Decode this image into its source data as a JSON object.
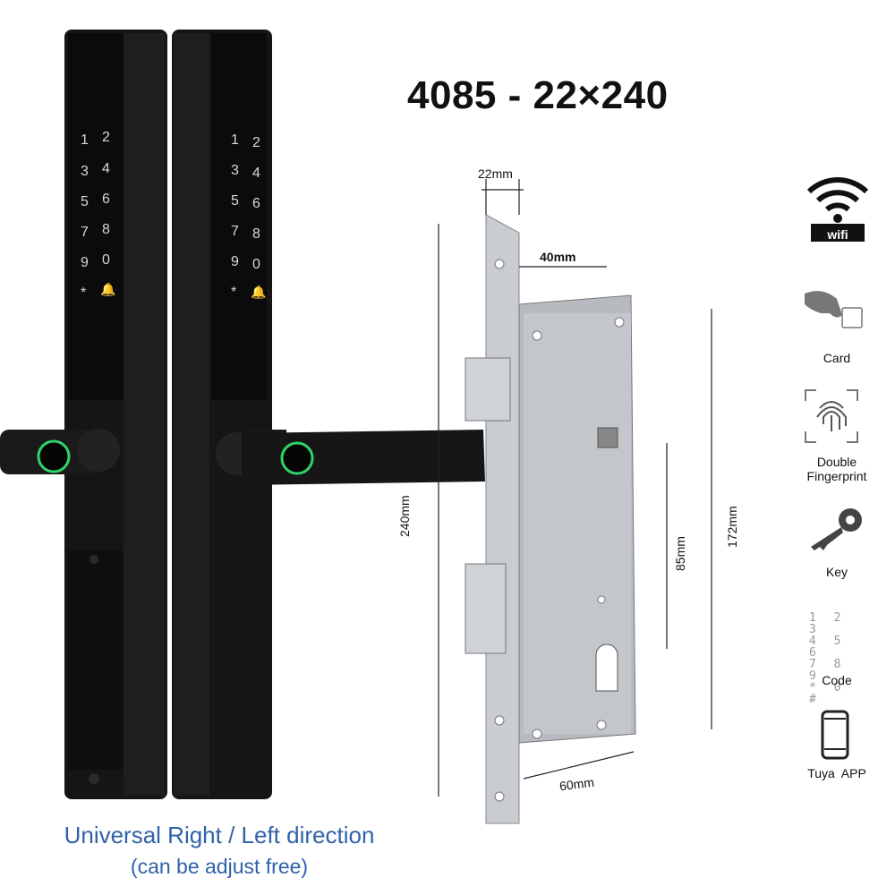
{
  "title": "4085 - 22×240",
  "caption": {
    "main": "Universal Right / Left direction",
    "sub": "(can be adjust free)"
  },
  "keypad": [
    "1",
    "2",
    "3",
    "4",
    "5",
    "6",
    "7",
    "8",
    "9",
    "0",
    "*",
    "bell-icon"
  ],
  "dimensions": {
    "faceplate_width": "22mm",
    "backset": "40mm",
    "total_height": "240mm",
    "case_height": "172mm",
    "spindle_to_cylinder": "85mm",
    "case_depth": "60mm"
  },
  "features": [
    {
      "label": "wifi",
      "icon": "wifi-icon"
    },
    {
      "label": "Card",
      "icon": "card-icon"
    },
    {
      "label": "Double\nFingerprint",
      "icon": "fingerprint-icon"
    },
    {
      "label": "Key",
      "icon": "key-icon"
    },
    {
      "label": "Code",
      "icon": "keypad-icon"
    },
    {
      "label": "Tuya  APP",
      "icon": "phone-icon"
    }
  ],
  "colors": {
    "lock_body": "#141414",
    "fingerprint_ring": "#2fd36b",
    "mortise_steel": "#b9bdc2",
    "caption_blue": "#2f62a8"
  }
}
